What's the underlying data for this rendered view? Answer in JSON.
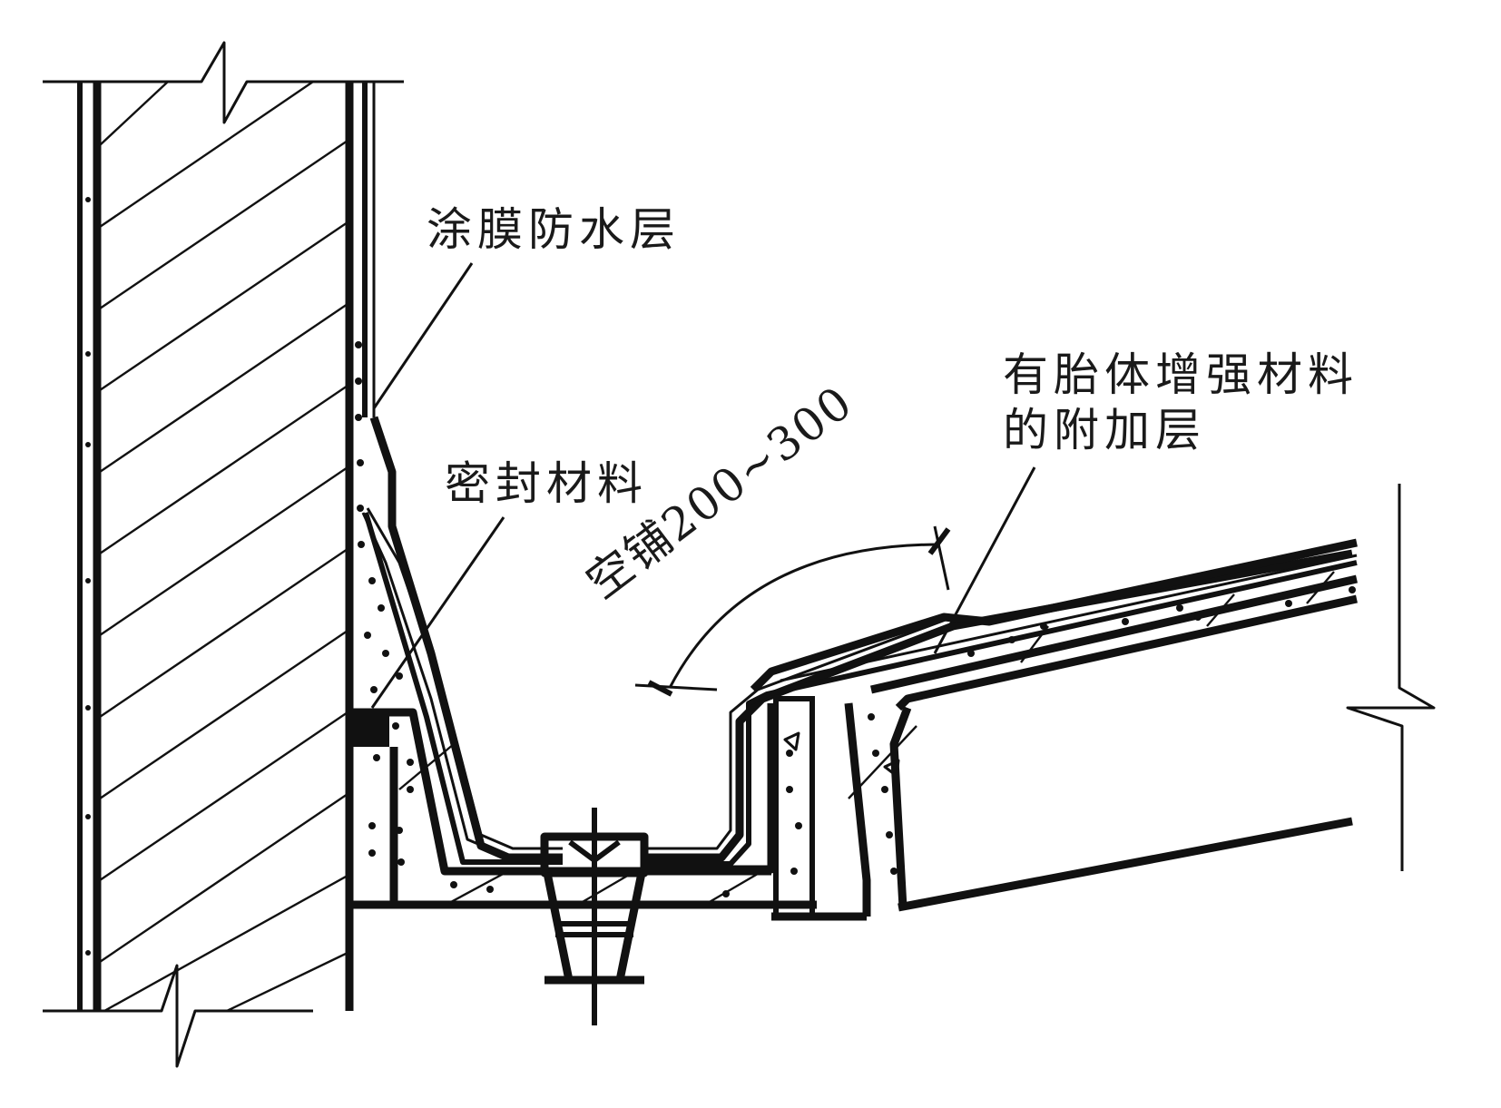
{
  "figure": {
    "type": "construction-detail-section",
    "subject": "gutter waterproofing detail at wall"
  },
  "labels": {
    "coating_layer": "涂膜防水层",
    "sealant": "密封材料",
    "reinforced_layer_line1": "有胎体增强材料",
    "reinforced_layer_line2": "的附加层",
    "loose_laid_dimension": "空铺200~300"
  },
  "dimension": {
    "prefix": "空铺",
    "range_min": 200,
    "range_max": 300
  },
  "colors": {
    "ink": "#111111",
    "background": "#ffffff"
  }
}
